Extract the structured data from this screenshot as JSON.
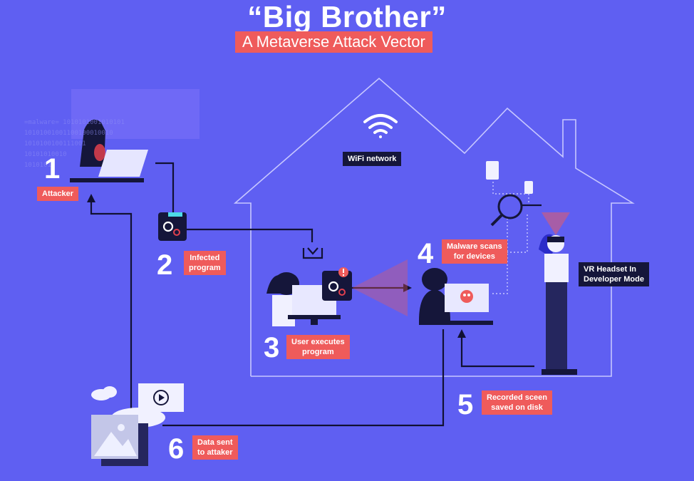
{
  "title": "“Big Brother”",
  "subtitle": "A Metaverse Attack Vector",
  "wifi_label": "WiFi network",
  "vr_label": "VR Headset In\nDeveloper Mode",
  "steps": [
    {
      "number": "1",
      "label": "Attacker"
    },
    {
      "number": "2",
      "label": "Infected\nprogram"
    },
    {
      "number": "3",
      "label": "User executes\nprogram"
    },
    {
      "number": "4",
      "label": "Malware scans\nfor devices"
    },
    {
      "number": "5",
      "label": "Recorded sceen\nsaved on disk"
    },
    {
      "number": "6",
      "label": "Data sent\nto attaker"
    }
  ],
  "binary_text": "=malware= 1010101001010101\n10101001001100100010010\n1010100100111001\n10101010010\n1010101",
  "colors": {
    "background": "#5f5ff2",
    "tag_red": "#ef5b5b",
    "dark_navy": "#15163a",
    "line": "#111133",
    "house_outline": "#c7c7ff"
  },
  "icons": [
    "wifi-icon",
    "gear-icon",
    "download-icon",
    "magnifier-icon",
    "skull-icon",
    "play-icon",
    "image-icon",
    "cloud-icon",
    "alert-icon",
    "phone-icon"
  ]
}
